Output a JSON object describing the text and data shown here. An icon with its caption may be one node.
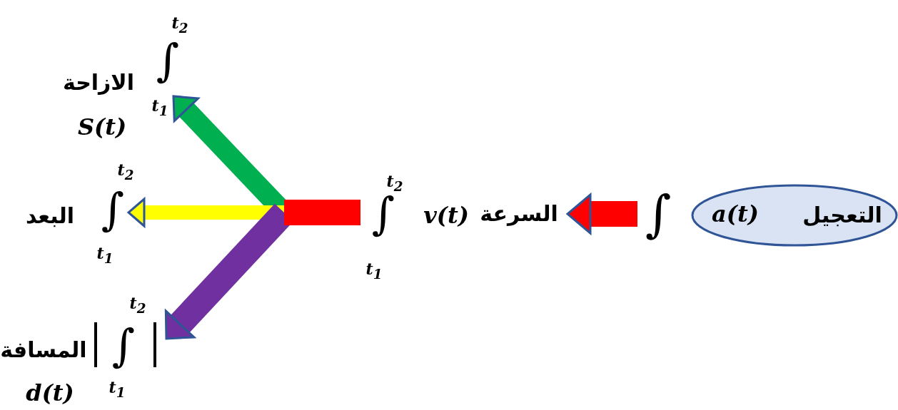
{
  "diagram": {
    "nodes": [
      {
        "text": [
          "التعجيل",
          "a(t)"
        ],
        "beside": [
          "∫"
        ]
      },
      {
        "text": [
          "السرعة",
          "v(t)",
          "∫",
          "t$_{2}$",
          "t$_{1}$"
        ]
      },
      {
        "text": [
          "الازاحة",
          "S(t)",
          "∫",
          "t$_{2}$",
          "t$_{1}$"
        ]
      },
      {
        "text": [
          "البعد",
          "∫",
          "t$_{2}$",
          "t$_{1}$"
        ]
      },
      {
        "text": [
          "المسافة",
          "d(t)",
          "∫",
          "t$_{2}$",
          "t$_{1}$"
        ]
      }
    ],
    "edges": [
      {
        "from": 0,
        "to": 1,
        "arrow": "to",
        "color": "#ff0000"
      },
      {
        "from": 1,
        "to": 2,
        "arrow": "to",
        "color": "#00b050"
      },
      {
        "from": 1,
        "to": 3,
        "arrow": "to",
        "color": "#ffff00"
      },
      {
        "from": 1,
        "to": 4,
        "arrow": "to",
        "color": "#7030a0"
      }
    ]
  }
}
